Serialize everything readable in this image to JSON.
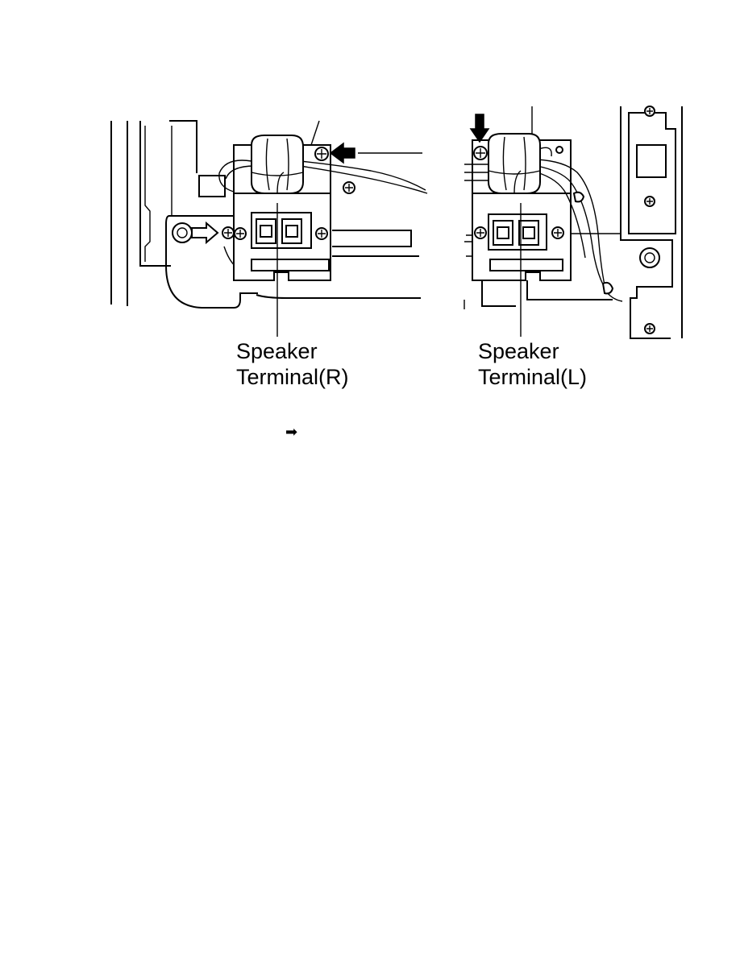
{
  "callouts": {
    "right": {
      "line1": "Speaker",
      "line2": "Terminal(R)"
    },
    "left": {
      "line1": "Speaker",
      "line2": "Terminal(L)"
    }
  },
  "note": {
    "arrow_icon": "right-arrow-icon",
    "glyph": "➡"
  },
  "colors": {
    "ink": "#000000",
    "paper": "#ffffff"
  }
}
